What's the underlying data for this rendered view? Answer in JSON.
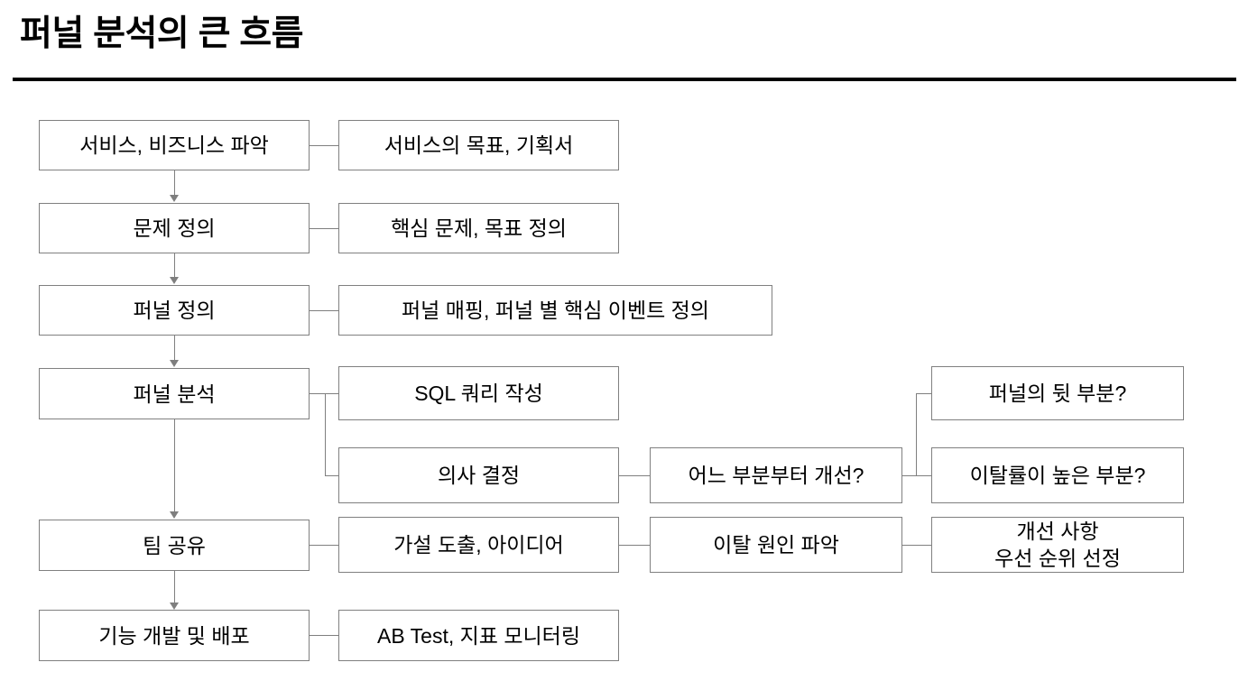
{
  "slide": {
    "title": "퍼널 분석의 큰 흐름",
    "rule_color": "#000000",
    "background": "#ffffff",
    "box_border_color": "#808080",
    "connector_color": "#7f7f7f",
    "text_color": "#000000"
  },
  "diagram": {
    "type": "flowchart",
    "main_flow": [
      {
        "id": "service",
        "label": "서비스, 비즈니스 파악"
      },
      {
        "id": "problem",
        "label": "문제 정의"
      },
      {
        "id": "funnel-def",
        "label": "퍼널 정의"
      },
      {
        "id": "funnel-analysis",
        "label": "퍼널 분석"
      },
      {
        "id": "team-share",
        "label": "팀 공유"
      },
      {
        "id": "develop-deploy",
        "label": "기능 개발 및 배포"
      }
    ],
    "detail_col2": [
      {
        "id": "service-detail",
        "label": "서비스의 목표, 기획서"
      },
      {
        "id": "problem-detail",
        "label": "핵심 문제, 목표 정의"
      },
      {
        "id": "funnel-def-detail",
        "label": "퍼널 매핑, 퍼널 별 핵심 이벤트 정의"
      },
      {
        "id": "sql-query",
        "label": "SQL 쿼리 작성"
      },
      {
        "id": "decision",
        "label": "의사 결정"
      },
      {
        "id": "hypothesis",
        "label": "가설 도출, 아이디어"
      },
      {
        "id": "ab-test",
        "label": "AB Test, 지표 모니터링"
      }
    ],
    "detail_col3": [
      {
        "id": "which-part",
        "label": "어느 부분부터 개선?"
      },
      {
        "id": "churn-cause",
        "label": "이탈 원인 파악"
      }
    ],
    "detail_col4": [
      {
        "id": "funnel-back",
        "label": "퍼널의 뒷 부분?"
      },
      {
        "id": "high-churn",
        "label": "이탈률이 높은 부분?"
      },
      {
        "id": "priority",
        "label": "개선 사항\n우선 순위 선정"
      }
    ]
  }
}
